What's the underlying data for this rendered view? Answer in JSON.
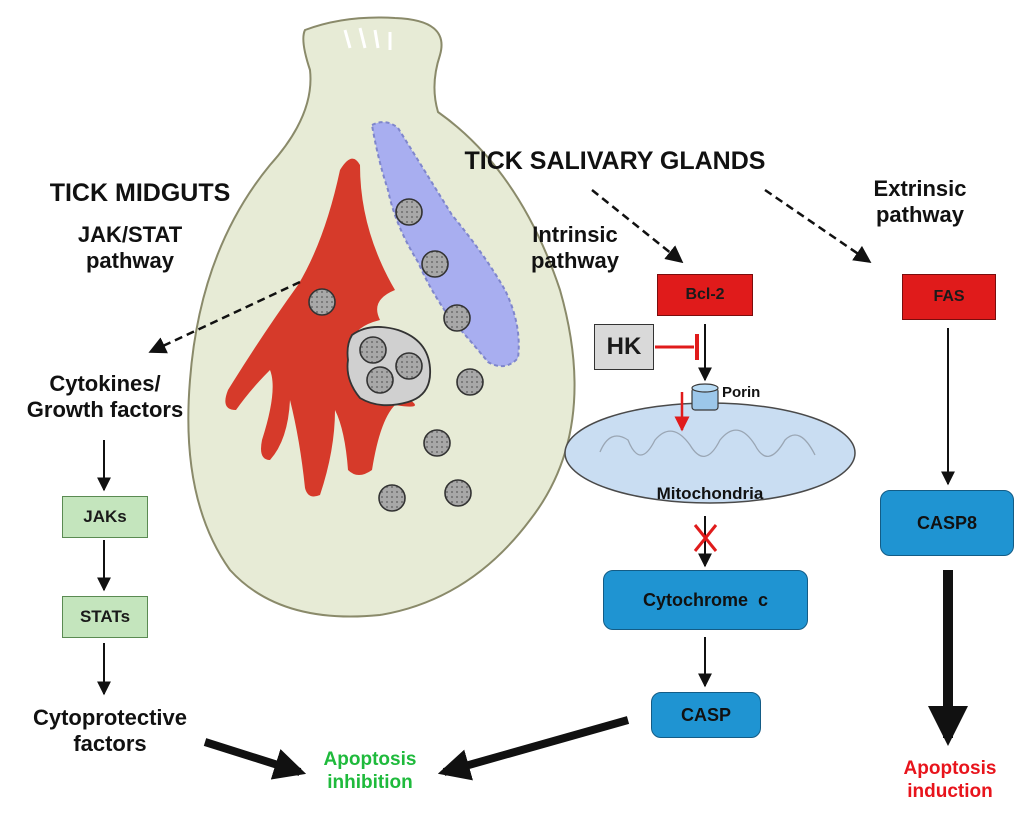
{
  "midgut": {
    "title": "TICK MIDGUTS",
    "pathway_line1": "JAK/STAT",
    "pathway_line2": "pathway",
    "cytokines_line1": "Cytokines/",
    "cytokines_line2": "Growth factors",
    "jaks": "JAKs",
    "stats": "STATs",
    "cytoprotective_line1": "Cytoprotective",
    "cytoprotective_line2": "factors"
  },
  "salivary": {
    "title": "TICK SALIVARY GLANDS",
    "intrinsic_line1": "Intrinsic",
    "intrinsic_line2": "pathway",
    "extrinsic_line1": "Extrinsic",
    "extrinsic_line2": "pathway",
    "bcl2": "Bcl-2",
    "hk": "HK",
    "porin": "Porin",
    "mitochondria": "Mitochondria",
    "cytochrome": "Cytochrome  c",
    "casp": "CASP",
    "fas": "FAS",
    "casp8": "CASP8"
  },
  "outcomes": {
    "inhibition_line1": "Apoptosis",
    "inhibition_line2": "inhibition",
    "induction_line1": "Apoptosis",
    "induction_line2": "induction"
  },
  "colors": {
    "inhibition": "#1fba3c",
    "induction": "#e8141c",
    "midgut_tissue": "#d63a2a",
    "salivary_gland": "#a8aef0",
    "tick_body": "#e7ebd6"
  }
}
